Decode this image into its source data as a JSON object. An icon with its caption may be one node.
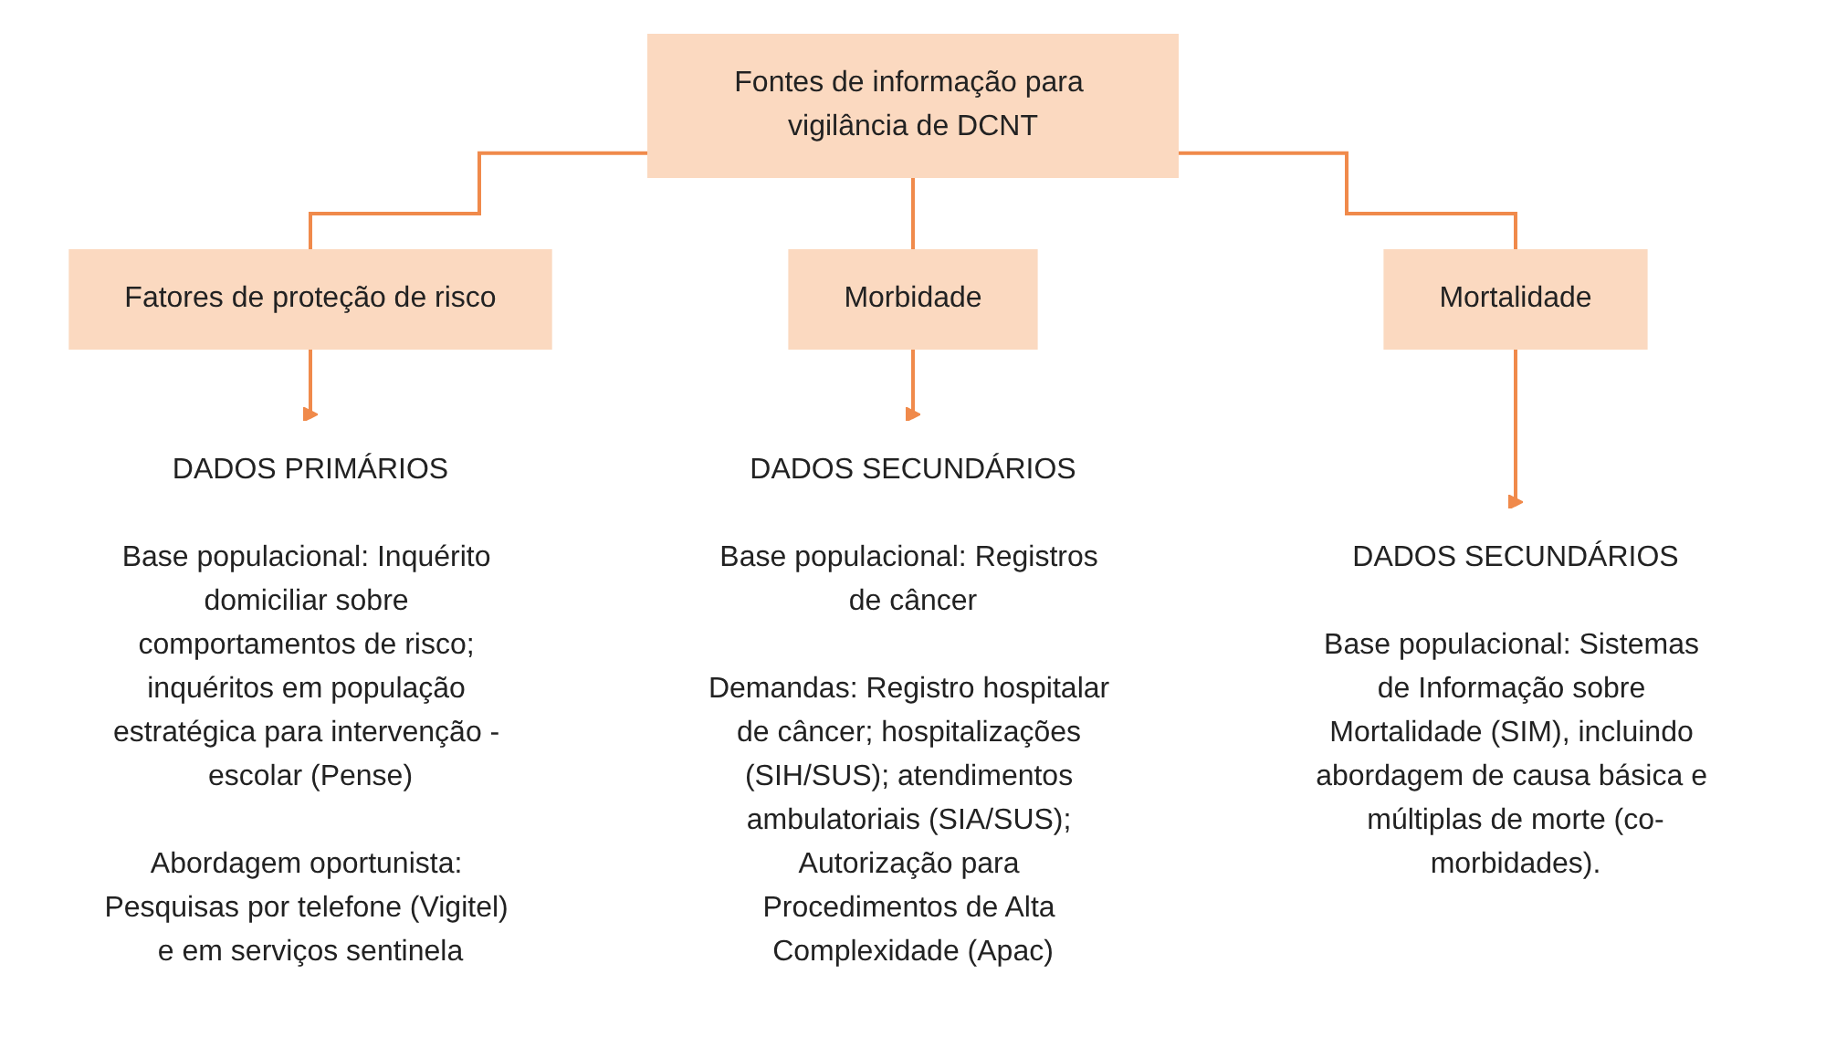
{
  "diagram": {
    "nodes": [
      {
        "text": [
          "Fontes de informação para vigilância de DCNT"
        ]
      },
      {
        "text": [
          "Fatores de proteção de risco"
        ]
      },
      {
        "text": [
          "Morbidade"
        ]
      },
      {
        "text": [
          "Mortalidade"
        ]
      },
      {
        "text": [
          "DADOS PRIMÁRIOS",
          "Base populacional: Inquérito domiciliar sobre comportamentos de risco; inquéritos em população estratégica para intervenção - escolar (Pense)",
          "Abordagem oportunista: Pesquisas por telefone (Vigitel) e em serviços sentinela"
        ]
      },
      {
        "text": [
          "DADOS SECUNDÁRIOS",
          "Base populacional: Registros de câncer",
          "Demandas: Registro hospitalar de câncer; hospitalizações (SIH/SUS); atendimentos ambulatoriais (SIA/SUS); Autorização para Procedimentos de Alta Complexidade (Apac)"
        ]
      },
      {
        "text": [
          "DADOS SECUNDÁRIOS",
          "Base populacional: Sistemas de Informação sobre Mortalidade (SIM), incluindo abordagem de causa básica e múltiplas de morte (co-morbidades)."
        ]
      }
    ],
    "edges": [
      {
        "from": 0,
        "to": 1,
        "arrow": "none"
      },
      {
        "from": 0,
        "to": 2,
        "arrow": "none"
      },
      {
        "from": 0,
        "to": 3,
        "arrow": "none"
      },
      {
        "from": 1,
        "to": 4,
        "arrow": "to"
      },
      {
        "from": 2,
        "to": 5,
        "arrow": "to"
      },
      {
        "from": 3,
        "to": 6,
        "arrow": "to"
      }
    ]
  }
}
